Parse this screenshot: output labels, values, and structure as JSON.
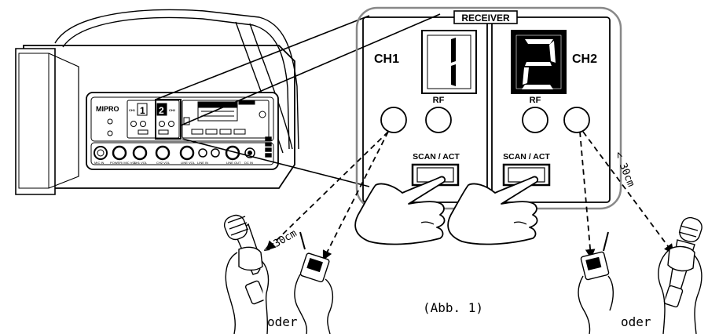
{
  "receiver": {
    "title": "RECEIVER",
    "ch1_label": "CH1",
    "ch2_label": "CH2",
    "ch1_digit": "1",
    "ch2_digit": "2",
    "rf_label": "RF",
    "scan_label": "SCAN / ACT"
  },
  "device": {
    "brand": "MIPRO",
    "mini_ch1": "CH1",
    "mini_ch2": "CH2",
    "mini_digit1": "1",
    "mini_digit2": "2",
    "knob_labels": [
      "MIC IN",
      "POWER/ MIC VOL",
      "CH1 VOL",
      "CH2 VOL",
      "LINE VOL",
      "LINE IN",
      "LINE OUT",
      "DC IN"
    ]
  },
  "annotations": {
    "distance_left": "< 30cm",
    "distance_right": "< 30cm",
    "or_left": "oder",
    "or_right": "oder",
    "caption": "(Abb. 1)"
  }
}
